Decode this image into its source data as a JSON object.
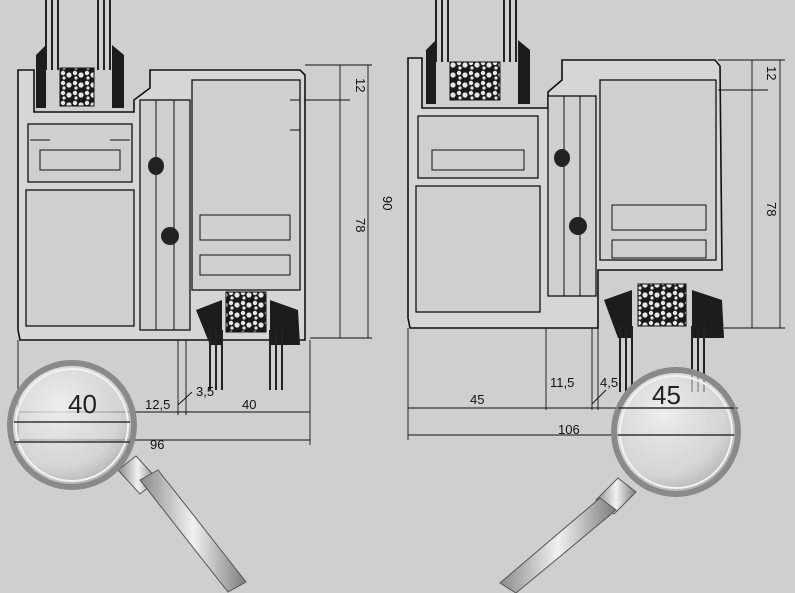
{
  "left_profile": {
    "magnified": "40",
    "dims": {
      "total_width": "96",
      "part_a": "12,5",
      "part_b": "3,5",
      "part_c": "40",
      "height_total": "90",
      "height_inner": "78",
      "height_top": "12"
    }
  },
  "right_profile": {
    "magnified": "45",
    "dims": {
      "total_width": "106",
      "part_a": "45",
      "part_b": "11,5",
      "part_c": "4,5",
      "height_total": "90",
      "height_inner": "78",
      "height_top": "12"
    }
  },
  "colors": {
    "background": "#cfcfcf",
    "lines": "#111111",
    "seal": "#1a1a1a"
  }
}
